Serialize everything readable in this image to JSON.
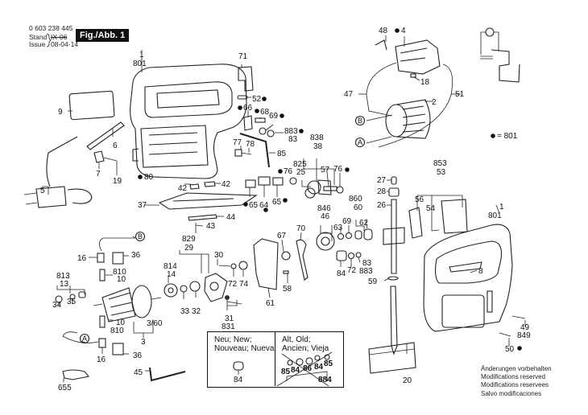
{
  "header": {
    "part_number": "0 603 238 445",
    "stand_label": "Stand",
    "issue_label": "Issue",
    "stand_value": "IX-06",
    "issue_date": "08-04-14",
    "figure_label": "Fig./Abb. 1"
  },
  "legend": {
    "bullet_equals": "= 801"
  },
  "callouts": {
    "c1a": "1",
    "c801a": "801",
    "c9": "9",
    "c6": "6",
    "c7": "7",
    "c19": "19",
    "c5": "5",
    "c80": "80",
    "c71": "71",
    "c52": "52",
    "c66": "66",
    "c68": "68",
    "c69a": "69",
    "c883a": "883",
    "c83a": "83",
    "c77": "77",
    "c78": "78",
    "c85": "85",
    "c838": "838",
    "c38": "38",
    "c825": "825",
    "c25": "25",
    "c57": "57",
    "c76a": "76",
    "c76b": "76",
    "c42a": "42",
    "c42b": "42",
    "c37": "37",
    "c65a": "65",
    "c64": "64",
    "c65b": "65",
    "c44": "44",
    "c43": "43",
    "c48": "48",
    "c4": "4",
    "c18": "18",
    "c47": "47",
    "c51": "51",
    "c2": "2",
    "cB1": "B",
    "cA1": "A",
    "c27": "27",
    "c28": "28",
    "c26": "26",
    "c853": "853",
    "c53": "53",
    "c56": "56",
    "c54": "54",
    "c1b": "1",
    "c801b": "801",
    "c8": "8",
    "c49": "49",
    "c849": "849",
    "c50": "50",
    "c20": "20",
    "c846": "846",
    "c46": "46",
    "c860": "860",
    "c60": "60",
    "c69b": "69",
    "c63": "63",
    "c62": "62",
    "c84a": "84",
    "c72a": "72",
    "c83b": "83",
    "c883b": "883",
    "c59": "59",
    "c67": "67",
    "c70": "70",
    "c58": "58",
    "c61": "61",
    "c829": "829",
    "c29": "29",
    "c814": "814",
    "c14": "14",
    "c30": "30",
    "c72b": "72",
    "c74": "74",
    "c33": "33",
    "c32": "32",
    "c31": "31",
    "c831": "831",
    "cB2": "B",
    "c16a": "16",
    "c36a": "36",
    "c810a": "810",
    "c10a": "10",
    "c813": "813",
    "c13": "13",
    "c34": "34",
    "c35": "35",
    "c360": "3/60",
    "c10b": "10",
    "c810b": "810",
    "c3": "3",
    "cA2": "A",
    "c16b": "16",
    "c36b": "36",
    "c655": "655",
    "c45": "45"
  },
  "replacement_box": {
    "new_title": "Neu; New;\nNouveau; Nueva",
    "new_title_line1": "Neu; New;",
    "new_title_line2": "Nouveau; Nueva",
    "new_part": "84",
    "old_title_line1": "Alt, Old;",
    "old_title_line2": "Ancien; Vieja",
    "old_parts": [
      "85",
      "84",
      "86",
      "84",
      "85",
      "884"
    ]
  },
  "modifications_notice": [
    "Änderungen vorbehalten",
    "Modifications reserved",
    "Modifications reservees",
    "Salvo modificaciones"
  ]
}
